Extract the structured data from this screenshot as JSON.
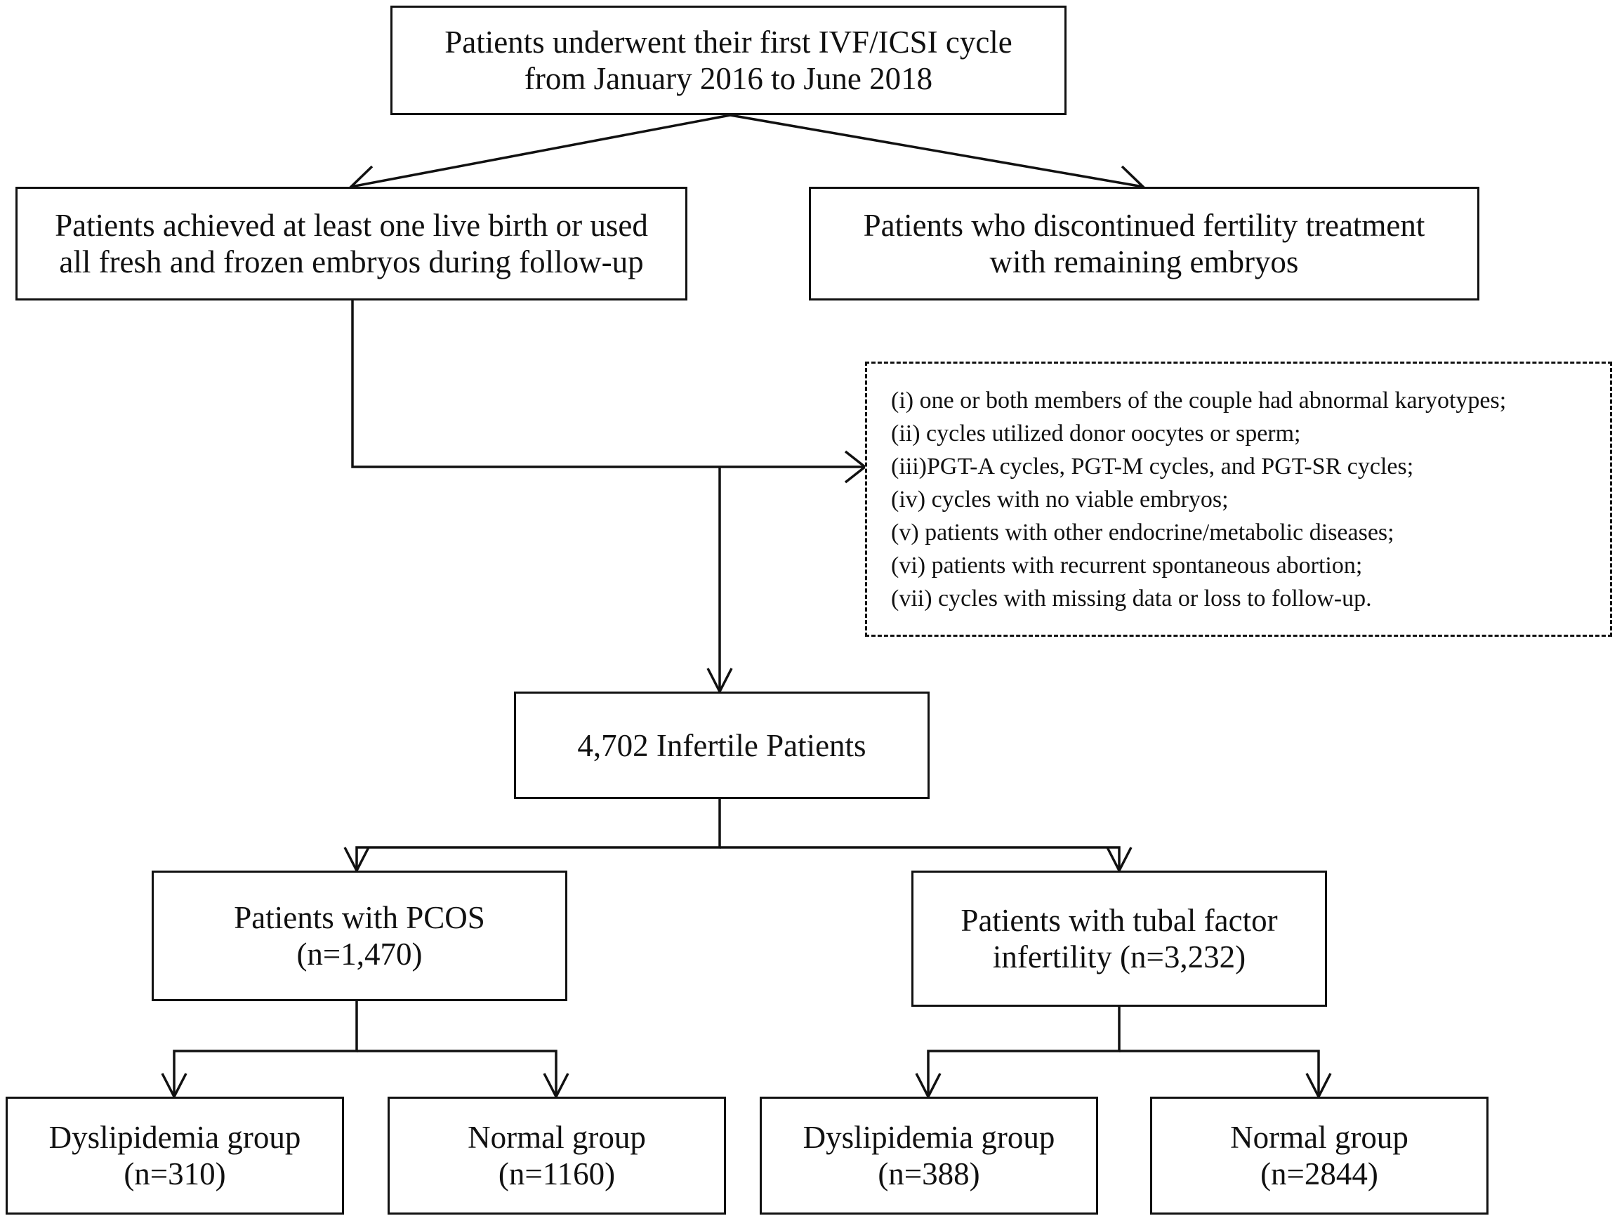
{
  "boxes": {
    "start": [
      "Patients underwent their first IVF/ICSI cycle",
      "from January 2016 to June 2018"
    ],
    "live_birth": [
      "Patients achieved at least one live birth or used",
      "all fresh and frozen embryos during follow-up"
    ],
    "discontinued": [
      "Patients who discontinued fertility treatment",
      "with remaining embryos"
    ],
    "total": [
      "4,702  Infertile  Patients"
    ],
    "pcos": [
      "Patients  with  PCOS",
      "(n=1,470)"
    ],
    "tubal": [
      "Patients with tubal factor",
      "infertility (n=3,232)"
    ],
    "pcos_dys": [
      "Dyslipidemia  group",
      "(n=310)"
    ],
    "pcos_norm": [
      "Normal  group",
      "(n=1160)"
    ],
    "tubal_dys": [
      "Dyslipidemia  group",
      "(n=388)"
    ],
    "tubal_norm": [
      "Normal  group",
      "(n=2844)"
    ]
  },
  "exclusion_criteria": [
    "(i) one or both members of the couple had abnormal karyotypes;",
    "(ii) cycles utilized donor oocytes or sperm;",
    "(iii)PGT-A cycles, PGT-M cycles, and PGT-SR cycles;",
    "(iv) cycles with no viable embryos;",
    "(v) patients with other endocrine/metabolic diseases;",
    "(vi) patients with recurrent spontaneous abortion;",
    "(vii) cycles with missing data or loss to follow-up."
  ]
}
